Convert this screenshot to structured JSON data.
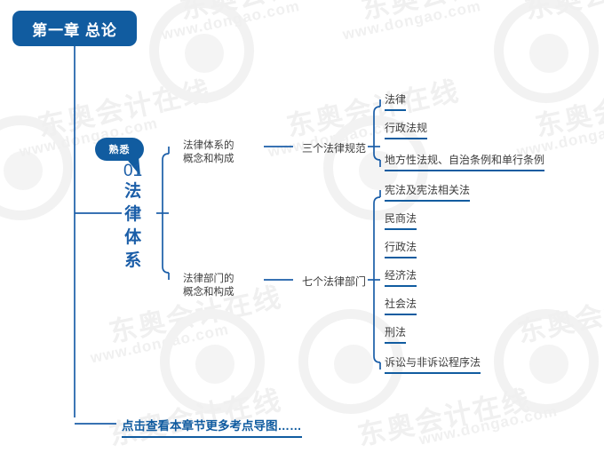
{
  "chapter": {
    "title": "第一章 总论"
  },
  "root": {
    "level_badge": "熟悉",
    "number": "01",
    "chars": [
      "法",
      "律",
      "体",
      "系"
    ],
    "full_label": "法律体系"
  },
  "branches": [
    {
      "label_line1": "法律体系的",
      "label_line2": "概念和构成",
      "mid_label": "三个法律规范",
      "items": [
        "法律",
        "行政法规",
        "地方性法规、自治条例和单行条例"
      ]
    },
    {
      "label_line1": "法律部门的",
      "label_line2": "概念和构成",
      "mid_label": "七个法律部门",
      "items": [
        "宪法及宪法相关法",
        "民商法",
        "行政法",
        "经济法",
        "社会法",
        "刑法",
        "诉讼与非诉讼程序法"
      ]
    }
  ],
  "more_link": {
    "label": "点击查看本章节更多考点导图……"
  },
  "watermark": {
    "cn": "东奥会计在线",
    "url": "www.dongao.com"
  },
  "colors": {
    "brand_blue": "#115ca0",
    "line_blue": "#1b5ea8",
    "text_gray": "#3d3d3d",
    "badge_text": "#ffffff",
    "watermark": "#f0f0f0",
    "background": "#ffffff"
  }
}
